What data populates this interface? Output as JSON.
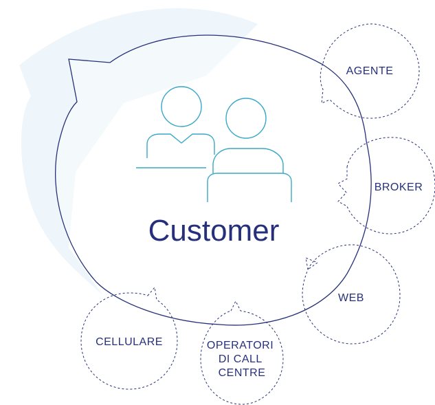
{
  "colors": {
    "navy": "#26307a",
    "teal": "#38a9c6",
    "light_blue": "#eef6fb"
  },
  "center": {
    "title": "Customer",
    "icon": "people-icon"
  },
  "channels": [
    {
      "id": "agente",
      "label": "AGENTE"
    },
    {
      "id": "broker",
      "label": "BROKER"
    },
    {
      "id": "web",
      "label": "WEB"
    },
    {
      "id": "operatori",
      "label_lines": [
        "OPERATORI",
        "DI CALL",
        "CENTRE"
      ]
    },
    {
      "id": "cellulare",
      "label": "CELLULARE"
    }
  ]
}
